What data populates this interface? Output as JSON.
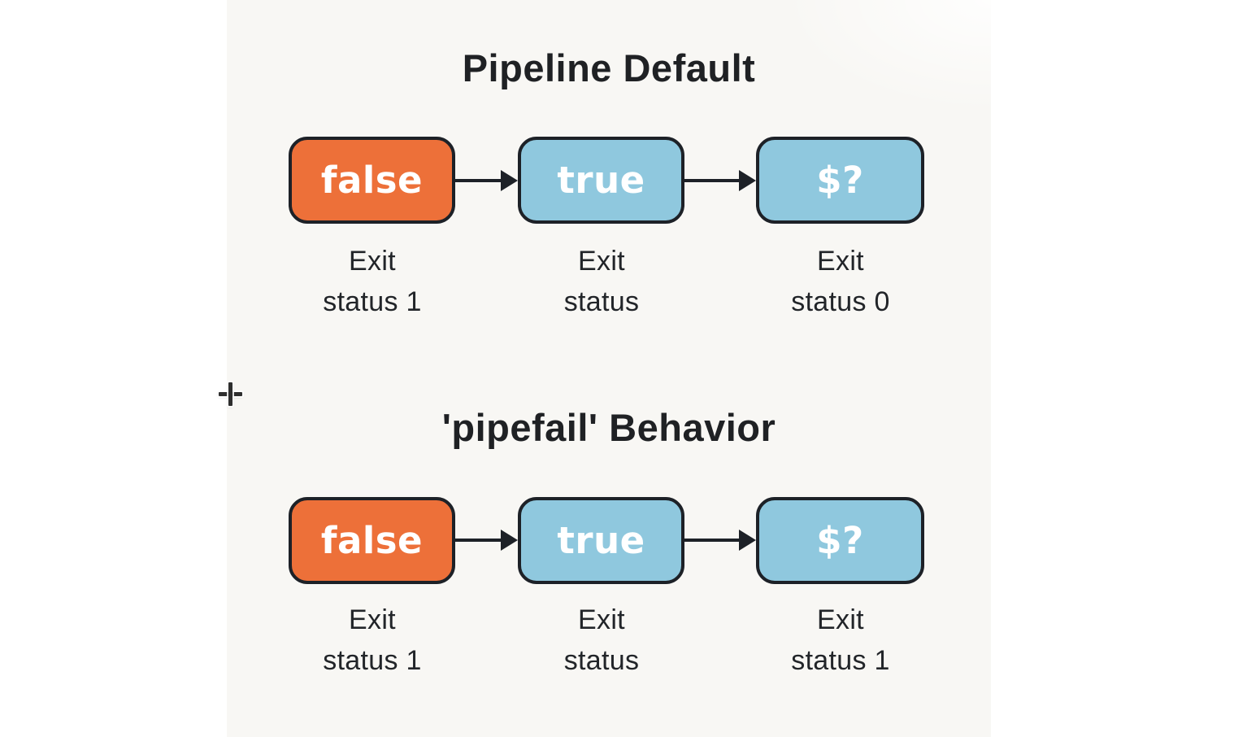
{
  "colors": {
    "orange": "#ED7039",
    "blue": "#8FC8DE",
    "border": "#1d2127",
    "canvas_bg": "#f8f7f4",
    "page_bg": "#ffffff",
    "node_text": "#ffffff",
    "text": "#222529"
  },
  "diagrams": [
    {
      "title": "Pipeline Default",
      "nodes": [
        {
          "label": "false",
          "color": "orange",
          "caption_line1": "Exit",
          "caption_line2": "status 1"
        },
        {
          "label": "true",
          "color": "blue",
          "caption_line1": "Exit",
          "caption_line2": "status"
        },
        {
          "label": "$?",
          "color": "blue",
          "caption_line1": "Exit",
          "caption_line2": "status 0"
        }
      ]
    },
    {
      "title": "'pipefail' Behavior",
      "nodes": [
        {
          "label": "false",
          "color": "orange",
          "caption_line1": "Exit",
          "caption_line2": "status 1"
        },
        {
          "label": "true",
          "color": "blue",
          "caption_line1": "Exit",
          "caption_line2": "status"
        },
        {
          "label": "$?",
          "color": "blue",
          "caption_line1": "Exit",
          "caption_line2": "status 1"
        }
      ]
    }
  ]
}
